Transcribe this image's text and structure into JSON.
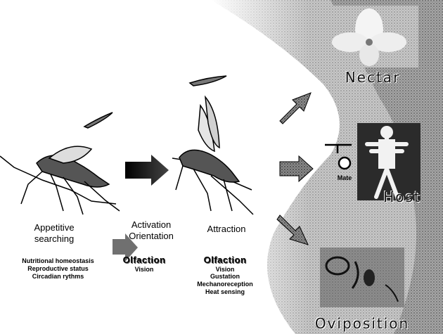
{
  "stages": {
    "appetitive": {
      "line1": "Appetitive",
      "line2": "searching"
    },
    "activation": {
      "line1": "Activation",
      "line2": "Orientation"
    },
    "attraction": {
      "line1": "Attraction"
    }
  },
  "appetitive_factors": [
    "Nutritional homeostasis",
    "Reproductive status",
    "Circadian rythms"
  ],
  "activation_senses": {
    "title": "Olfaction",
    "items": [
      "Vision"
    ]
  },
  "attraction_senses": {
    "title": "Olfaction",
    "items": [
      "Vision",
      "Gustation",
      "Mechanoreception",
      "Heat sensing"
    ]
  },
  "targets": {
    "nectar": "Nectar",
    "host": "Host",
    "oviposition": "Oviposition",
    "mate": "Mate"
  }
}
